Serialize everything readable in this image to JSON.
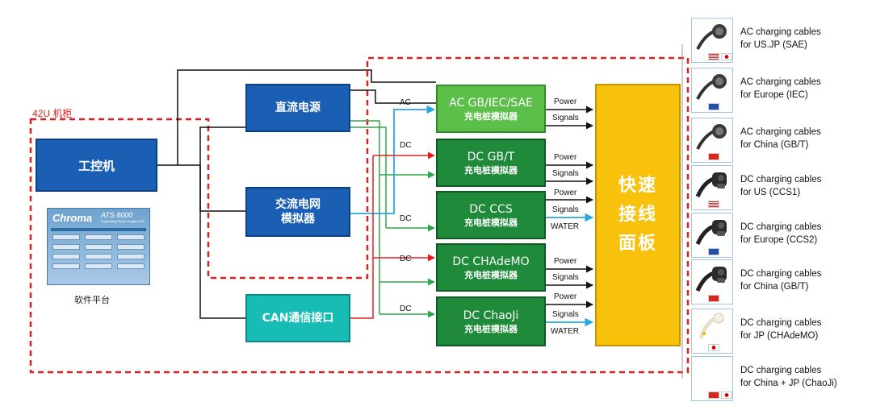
{
  "cabinet_label": "42U 机柜",
  "ipc": "工控机",
  "platform_caption": "软件平台",
  "ats": {
    "brand": "Chroma",
    "model": "ATS 8000",
    "subtitle": "Supporting Power Supply ATE"
  },
  "dc_supply": "直流电源",
  "grid_sim": {
    "line1": "交流电网",
    "line2": "模拟器"
  },
  "can": "CAN通信接口",
  "panel": {
    "line1": "快速",
    "line2": "接线",
    "line3": "面板"
  },
  "simulators": [
    {
      "title": "AC GB/IEC/SAE",
      "sub": "充电桩模拟器",
      "input": "AC",
      "outputs": [
        "Power",
        "Signals"
      ]
    },
    {
      "title": "DC GB/T",
      "sub": "充电桩模拟器",
      "input": "DC",
      "outputs": [
        "Power",
        "Signals"
      ]
    },
    {
      "title": "DC CCS",
      "sub": "充电桩模拟器",
      "input": "DC",
      "outputs": [
        "Power",
        "Signals",
        "WATER"
      ]
    },
    {
      "title": "DC CHAdeMO",
      "sub": "充电桩模拟器",
      "input": "DC",
      "outputs": [
        "Power",
        "Signals"
      ]
    },
    {
      "title": "DC ChaoJi",
      "sub": "充电桩模拟器",
      "input": "DC",
      "outputs": [
        "Power",
        "Signals",
        "WATER"
      ]
    }
  ],
  "cables": [
    {
      "line1": "AC charging cables",
      "line2": "for US.JP (SAE)",
      "icon": "ac-plug-icon",
      "flags": [
        "flag-us-icon",
        "flag-jp-icon"
      ]
    },
    {
      "line1": "AC charging cables",
      "line2": "for Europe (IEC)",
      "icon": "ac-plug-icon",
      "flags": [
        "flag-eu-icon"
      ]
    },
    {
      "line1": "AC charging cables",
      "line2": "for China (GB/T)",
      "icon": "ac-plug-icon",
      "flags": [
        "flag-cn-icon"
      ]
    },
    {
      "line1": "DC charging cables",
      "line2": "for US (CCS1)",
      "icon": "dc-plug-icon",
      "flags": [
        "flag-us-icon"
      ]
    },
    {
      "line1": "DC charging cables",
      "line2": "for Europe (CCS2)",
      "icon": "dc-plug-icon",
      "flags": [
        "flag-eu-icon"
      ]
    },
    {
      "line1": "DC charging cables",
      "line2": "for China (GB/T)",
      "icon": "dc-plug-icon",
      "flags": [
        "flag-cn-icon"
      ]
    },
    {
      "line1": "DC charging cables",
      "line2": "for JP (CHAdeMO)",
      "icon": "chademo-plug-icon",
      "flags": [
        "flag-jp-icon"
      ]
    },
    {
      "line1": "DC charging cables",
      "line2": "for China + JP (ChaoJi)",
      "icon": "chaoji-plug-icon",
      "flags": [
        "flag-cn-icon",
        "flag-jp-icon"
      ]
    }
  ],
  "colors": {
    "blue": "#1a5fb4",
    "green": "#1e8a3a",
    "light_green": "#5cbf4a",
    "cyan": "#17bdb5",
    "yellow": "#f8c10c",
    "red_dash": "#e02020",
    "arrow_blue": "#2aa6e0"
  }
}
